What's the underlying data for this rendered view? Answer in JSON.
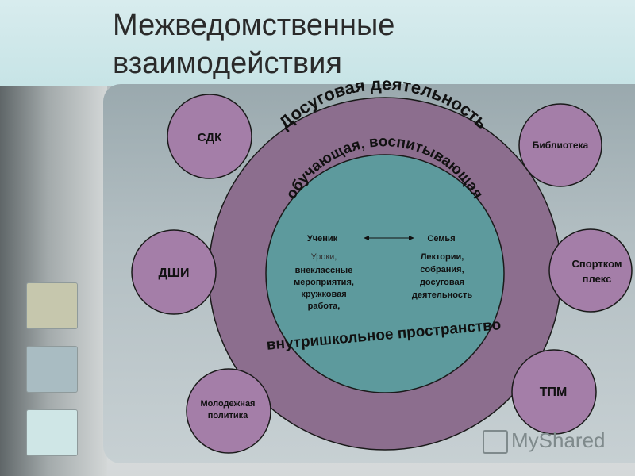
{
  "title": {
    "line1": "Межведомственные",
    "line2": "взаимодействия"
  },
  "colors": {
    "outer_ring": "#8c6e8e",
    "satellites": "#a47ea8",
    "inner_circle": "#5d9a9d",
    "border": "#1a1a1a"
  },
  "ring_labels": {
    "outer": "Досуговая деятельность",
    "middle": "обучающая, воспитывающая",
    "bottom": "внутришкольное пространство"
  },
  "inner": {
    "left_heading": "Ученик",
    "right_heading": "Семья",
    "left_text": [
      "Уроки,",
      "внеклассные",
      "мероприятия,",
      "кружковая",
      "работа,"
    ],
    "right_text": [
      "Лектории,",
      "собрания,",
      "досуговая",
      "деятельность"
    ]
  },
  "satellites": {
    "sdk": "СДК",
    "library": "Библиотека",
    "dshi": "ДШИ",
    "sport": [
      "Спортком",
      "плекс"
    ],
    "youth": [
      "Молодежная",
      "политика"
    ],
    "tpm": "ТПМ"
  },
  "watermark": "MyShared"
}
